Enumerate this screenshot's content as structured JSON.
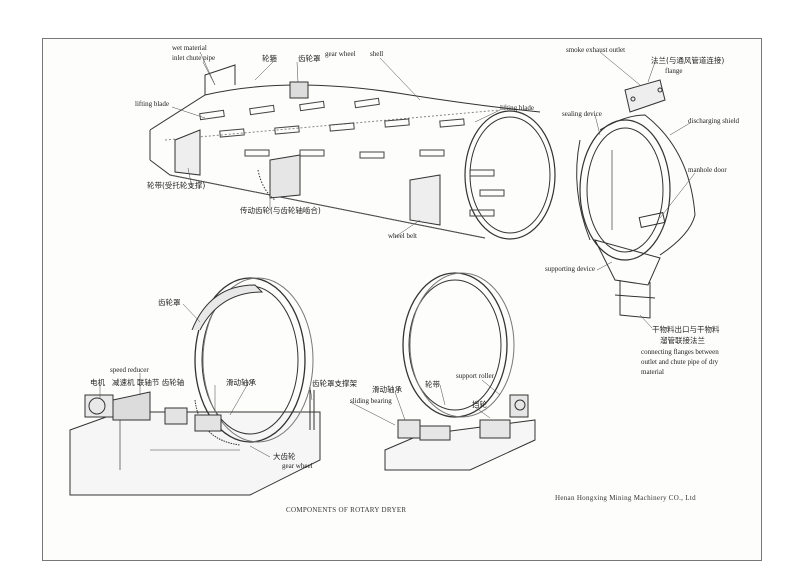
{
  "labels": {
    "wet_material": "wet material",
    "inlet_chute_pipe": "inlet chute pipe",
    "lunjin": "轮箍",
    "gear_cover_top": "齿轮罩",
    "gear_wheel_top": "gear wheel",
    "shell": "shell",
    "lifting_blade_left": "lifting blade",
    "lifting_blade_right": "lifting blade",
    "tire_support": "轮带(受托轮支撑)",
    "drive_gear": "传动齿轮(与齿轮轴啮合)",
    "wheel_belt": "wheel belt",
    "smoke_exhaust_outlet": "smoke exhaust outlet",
    "flange_cn": "法兰(与通风管道连接)",
    "flange": "flange",
    "sealing_device": "sealing device",
    "discharging_shield": "discharging shield",
    "manhole_door": "manhole door",
    "supporting_device": "supporting device",
    "dry_outlet_cn_1": "干物料出口与干物料",
    "dry_outlet_cn_2": "溜管联接法兰",
    "connecting_flanges_1": "connecting flanges between",
    "connecting_flanges_2": "outlet and chute pipe of dry",
    "connecting_flanges_3": "material",
    "gear_cover_mid": "齿轮罩",
    "speed_reducer": "speed reducer",
    "motor": "电机",
    "reducer_group": "减速机 联轴节 齿轮轴",
    "sliding_bearing_cn_left": "滑动轴承",
    "gear_cover_support": "齿轮罩支撑架",
    "big_gear": "大齿轮",
    "gear_wheel_bottom": "gear wheel",
    "sliding_bearing_cn_right": "滑动轴承",
    "tire_cn": "轮带",
    "support_roller": "support roller",
    "sliding_bearing": "sliding bearing",
    "thrust_wheel": "挡轮",
    "caption": "COMPONENTS OF ROTARY DRYER",
    "company": "Henan Hongxing Mining Machinery CO., Ltd"
  }
}
